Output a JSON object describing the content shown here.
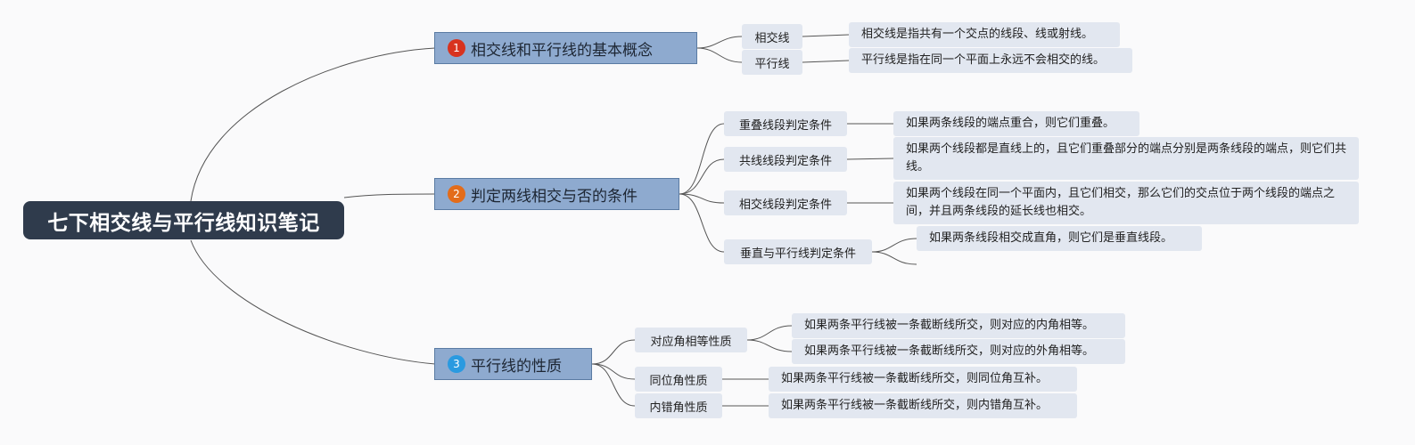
{
  "root": {
    "title": "七下相交线与平行线知识笔记"
  },
  "branches": [
    {
      "badge": "1",
      "badge_color": "#d8331f",
      "title": "相交线和平行线的基本概念",
      "topics": [
        {
          "label": "相交线",
          "notes": [
            "相交线是指共有一个交点的线段、线或射线。"
          ]
        },
        {
          "label": "平行线",
          "notes": [
            "平行线是指在同一个平面上永远不会相交的线。"
          ]
        }
      ]
    },
    {
      "badge": "2",
      "badge_color": "#e36c1a",
      "title": "判定两线相交与否的条件",
      "topics": [
        {
          "label": "重叠线段判定条件",
          "notes": [
            "如果两条线段的端点重合，则它们重叠。"
          ]
        },
        {
          "label": "共线线段判定条件",
          "notes": [
            "如果两个线段都是直线上的，且它们重叠部分的端点分别是两条线段的端点，则它们共线。"
          ]
        },
        {
          "label": "相交线段判定条件",
          "notes": [
            "如果两个线段在同一个平面内，且它们相交，那么它们的交点位于两个线段的端点之间，并且两条线段的延长线也相交。"
          ]
        },
        {
          "label": "垂直与平行线判定条件",
          "notes": [
            "如果两条线段相交成直角，则它们是垂直线段。"
          ]
        }
      ]
    },
    {
      "badge": "3",
      "badge_color": "#2a9ae0",
      "title": "平行线的性质",
      "topics": [
        {
          "label": "对应角相等性质",
          "notes": [
            "如果两条平行线被一条截断线所交，则对应的内角相等。",
            "如果两条平行线被一条截断线所交，则对应的外角相等。"
          ]
        },
        {
          "label": "同位角性质",
          "notes": [
            "如果两条平行线被一条截断线所交，则同位角互补。"
          ]
        },
        {
          "label": "内错角性质",
          "notes": [
            "如果两条平行线被一条截断线所交，则内错角互补。"
          ]
        }
      ]
    }
  ]
}
